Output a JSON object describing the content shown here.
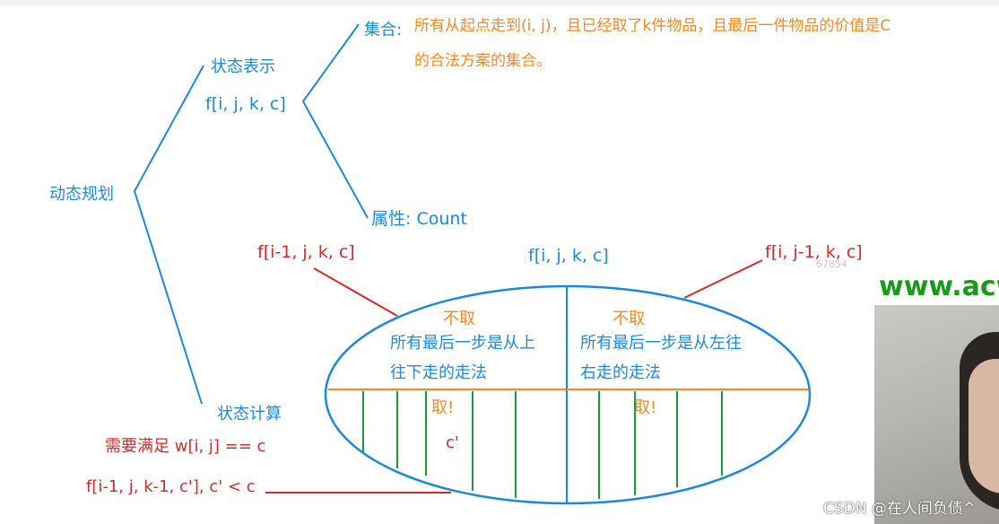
{
  "tree": {
    "root": "动态规划",
    "state_repr": "状态表示",
    "state_func": "f[i, j, k, c]",
    "set_label": "集合:",
    "set_desc_line1": "所有从起点走到(i, j)，且已经取了k件物品，且最后一件物品的价值是C",
    "set_desc_line2": "的合法方案的集合。",
    "attr_label": "属性: Count",
    "state_calc": "状态计算"
  },
  "ellipse": {
    "center_label": "f[i, j, k, c]",
    "left_ref": "f[i-1, j, k, c]",
    "right_ref": "f[i, j-1, k, c]",
    "left_not_take": "不取",
    "left_desc_line1": "所有最后一步是从上",
    "left_desc_line2": "往下走的走法",
    "right_not_take": "不取",
    "right_desc_line1": "所有最后一步是从左往",
    "right_desc_line2": "右走的走法",
    "left_take": "取!",
    "right_take": "取!",
    "c_prime": "c'"
  },
  "conditions": {
    "requirement": "需要满足 w[i, j] == c",
    "transition": "f[i-1, j, k-1, c'], c' < c"
  },
  "overlay": {
    "website": "www.acw",
    "watermark": "CSDN @在人间负债^",
    "faint_number": "67854"
  },
  "colors": {
    "blue": "#1e8ad6",
    "orange": "#f08a24",
    "red": "#d42a2a",
    "green": "#1a9a3a"
  }
}
